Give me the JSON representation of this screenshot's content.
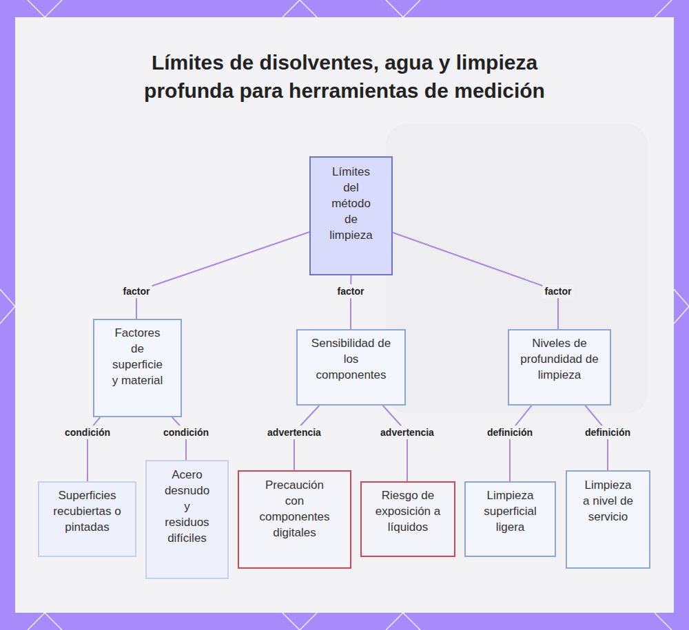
{
  "diagram": {
    "title": "Límites de disolventes, agua y limpieza profunda para herramientas de medición",
    "nodes": [
      {
        "text": [
          "Límites del método de limpieza"
        ]
      },
      {
        "text": [
          "Factores de superficie y material"
        ]
      },
      {
        "text": [
          "Sensibilidad de los componentes"
        ]
      },
      {
        "text": [
          "Niveles de profundidad de limpieza"
        ]
      },
      {
        "text": [
          "Superficies recubiertas o pintadas"
        ]
      },
      {
        "text": [
          "Acero desnudo y residuos difíciles"
        ]
      },
      {
        "text": [
          "Precaución con componentes digitales"
        ]
      },
      {
        "text": [
          "Riesgo de exposición a líquidos"
        ]
      },
      {
        "text": [
          "Limpieza superficial ligera"
        ]
      },
      {
        "text": [
          "Limpieza a nivel de servicio"
        ]
      }
    ],
    "edges": [
      {
        "from": 0,
        "to": 1,
        "label": "factor",
        "arrow": "none"
      },
      {
        "from": 0,
        "to": 2,
        "label": "factor",
        "arrow": "none"
      },
      {
        "from": 0,
        "to": 3,
        "label": "factor",
        "arrow": "none"
      },
      {
        "from": 1,
        "to": 4,
        "label": "condición",
        "arrow": "none"
      },
      {
        "from": 1,
        "to": 5,
        "label": "condición",
        "arrow": "none"
      },
      {
        "from": 2,
        "to": 6,
        "label": "advertencia",
        "arrow": "none"
      },
      {
        "from": 2,
        "to": 7,
        "label": "advertencia",
        "arrow": "none"
      },
      {
        "from": 3,
        "to": 8,
        "label": "definición",
        "arrow": "none"
      },
      {
        "from": 3,
        "to": 9,
        "label": "definición",
        "arrow": "none"
      }
    ]
  }
}
